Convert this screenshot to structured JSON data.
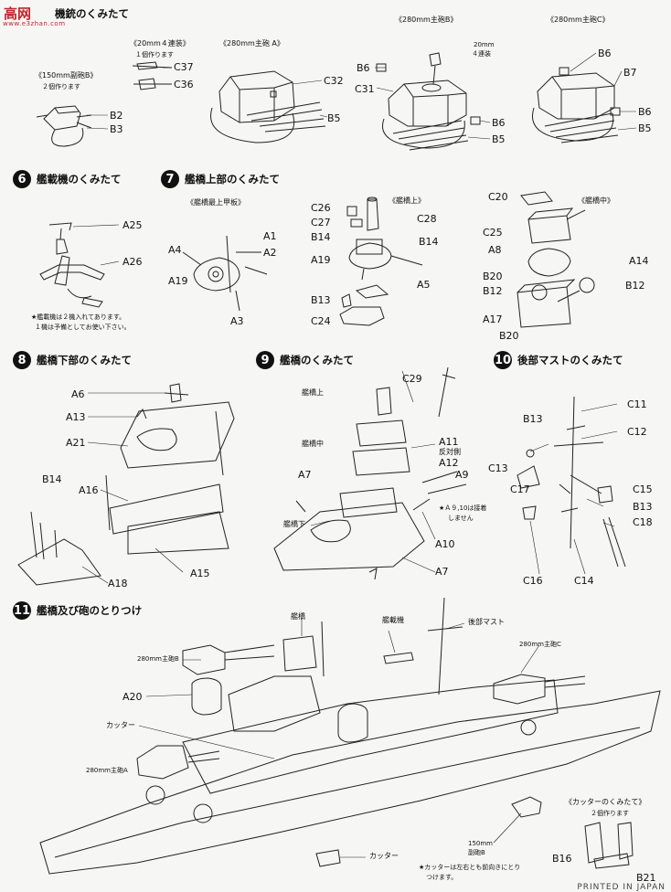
{
  "watermark": {
    "logo": "高网",
    "url": "www.e3zhan.com"
  },
  "s5": {
    "title_tail": "機銃のくみたて",
    "aa_title": "《20mm４連装》",
    "aa_note": "１個作ります",
    "sec_title": "《150mm副砲B》",
    "sec_note": "２個作ります",
    "turretA": "《280mm主砲 A》",
    "turretB": "《280mm主砲B》",
    "turretC": "《280mm主砲C》",
    "b_aa": "20mm",
    "b_aa2": "４連装",
    "parts": [
      "C37",
      "C36",
      "B2",
      "B3",
      "C32",
      "B5",
      "B6",
      "C31",
      "B6",
      "B5",
      "B6",
      "B7",
      "B6",
      "B5"
    ]
  },
  "s6": {
    "num": "6",
    "title": "艦載機のくみたて",
    "parts": [
      "A25",
      "A26"
    ],
    "note1": "★艦載機は２機入れてあります。",
    "note2": "１機は予備としてお使い下さい。"
  },
  "s7": {
    "num": "7",
    "title": "艦橋上部のくみたて",
    "sub1": "《艦橋最上甲板》",
    "sub2": "《艦橋上》",
    "sub3": "《艦橋中》",
    "parts": [
      "A1",
      "A4",
      "A2",
      "A19",
      "A3",
      "C26",
      "C27",
      "C28",
      "B14",
      "B14",
      "A19",
      "A5",
      "B13",
      "C24",
      "C20",
      "C25",
      "A8",
      "A14",
      "B20",
      "B12",
      "B12",
      "A17",
      "B20"
    ]
  },
  "s8": {
    "num": "8",
    "title": "艦橋下部のくみたて",
    "parts": [
      "A6",
      "A13",
      "A21",
      "B14",
      "A16",
      "A18",
      "A15"
    ]
  },
  "s9": {
    "num": "9",
    "title": "艦橋のくみたて",
    "parts": [
      "C29",
      "艦橋上",
      "艦橋中",
      "A7",
      "艦橋下",
      "A11",
      "反対側",
      "A12",
      "A9",
      "A10",
      "A7"
    ],
    "note1": "★Ａ９,10は接着",
    "note2": "しません"
  },
  "s10": {
    "num": "10",
    "title": "後部マストのくみたて",
    "parts": [
      "C11",
      "B13",
      "C12",
      "C13",
      "C17",
      "C15",
      "B13",
      "C18",
      "C16",
      "C14"
    ]
  },
  "s11": {
    "num": "11",
    "title": "艦橋及び砲のとりつけ",
    "labels": [
      "艦橋",
      "艦載機",
      "後部マスト",
      "280mm主砲B",
      "280mm主砲C",
      "A20",
      "カッター",
      "280mm主砲A",
      "150mm",
      "副砲B",
      "カッター"
    ],
    "note1": "★カッターは左右とも前向きにとり",
    "note2": "つけます。",
    "cutter_title": "《カッターのくみたて》",
    "cutter_note": "２個作ります",
    "cutter_parts": [
      "B16",
      "B21"
    ]
  },
  "footer": "PRINTED IN JAPAN"
}
